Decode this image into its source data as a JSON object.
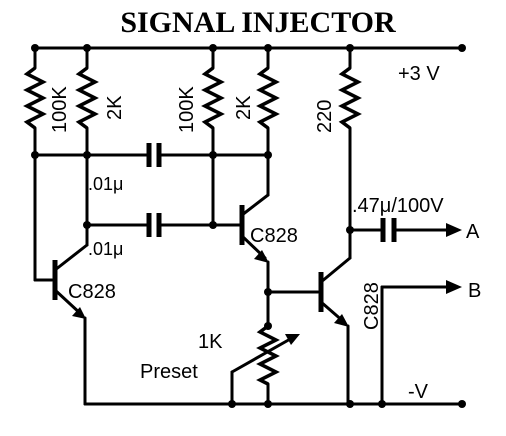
{
  "title": "SIGNAL INJECTOR",
  "supply_positive": "+3 V",
  "supply_negative": "-V",
  "components": {
    "r1": "100K",
    "r2": "2K",
    "r3": "100K",
    "r4": "2K",
    "r5": "220",
    "c1": ".01μ",
    "c2": ".01μ",
    "c3": ".47μ/100V",
    "q1": "C828",
    "q2": "C828",
    "q3": "C828",
    "pot_value": "1K",
    "pot_type": "Preset"
  },
  "outputs": {
    "a": "A",
    "b": "B"
  }
}
